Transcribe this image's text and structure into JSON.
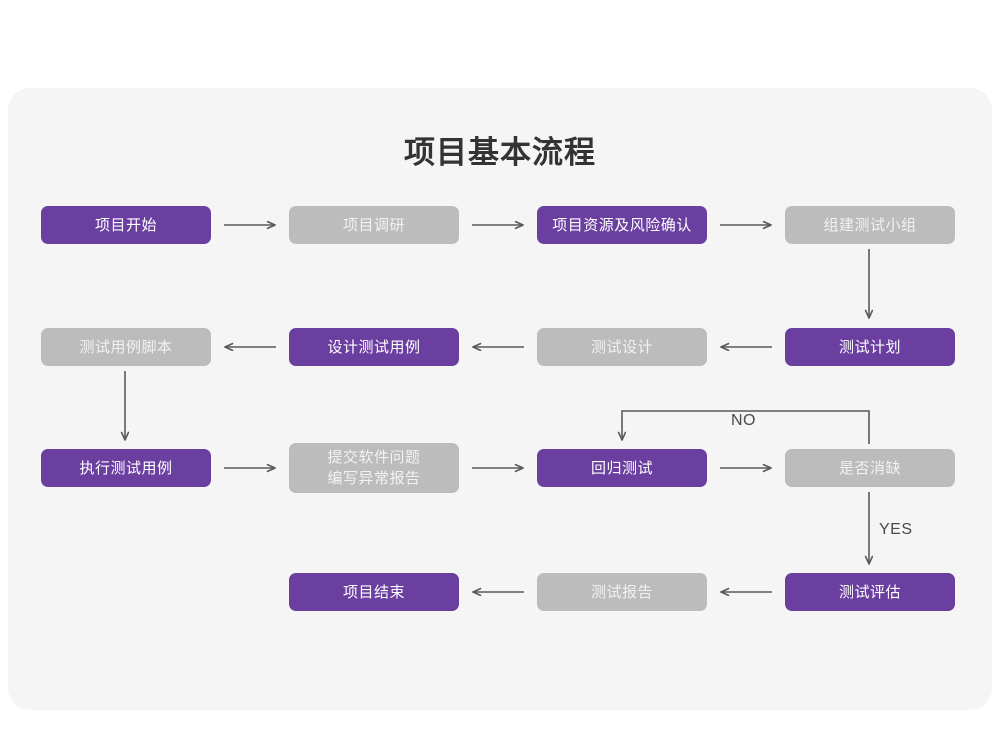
{
  "title": "项目基本流程",
  "colors": {
    "purple": "#6b3fa0",
    "gray": "#bcbcbc",
    "card_bg": "#f5f5f5",
    "page_bg": "#ffffff",
    "arrow": "#5a5a5a",
    "title_text": "#333333"
  },
  "chart_data": {
    "type": "diagram",
    "title": "项目基本流程",
    "nodes": [
      {
        "id": "n1",
        "label": "项目开始",
        "style": "purple",
        "row": 1,
        "col": 1
      },
      {
        "id": "n2",
        "label": "项目调研",
        "style": "gray",
        "row": 1,
        "col": 2
      },
      {
        "id": "n3",
        "label": "项目资源及风险确认",
        "style": "purple",
        "row": 1,
        "col": 3
      },
      {
        "id": "n4",
        "label": "组建测试小组",
        "style": "gray",
        "row": 1,
        "col": 4
      },
      {
        "id": "n5",
        "label": "测试计划",
        "style": "purple",
        "row": 2,
        "col": 4
      },
      {
        "id": "n6",
        "label": "测试设计",
        "style": "gray",
        "row": 2,
        "col": 3
      },
      {
        "id": "n7",
        "label": "设计测试用例",
        "style": "purple",
        "row": 2,
        "col": 2
      },
      {
        "id": "n8",
        "label": "测试用例脚本",
        "style": "gray",
        "row": 2,
        "col": 1
      },
      {
        "id": "n9",
        "label": "执行测试用例",
        "style": "purple",
        "row": 3,
        "col": 1
      },
      {
        "id": "n10",
        "label": "提交软件问题\n编写异常报告",
        "style": "gray",
        "row": 3,
        "col": 2
      },
      {
        "id": "n11",
        "label": "回归测试",
        "style": "purple",
        "row": 3,
        "col": 3
      },
      {
        "id": "n12",
        "label": "是否消缺",
        "style": "gray",
        "row": 3,
        "col": 4
      },
      {
        "id": "n13",
        "label": "测试评估",
        "style": "purple",
        "row": 4,
        "col": 4
      },
      {
        "id": "n14",
        "label": "测试报告",
        "style": "gray",
        "row": 4,
        "col": 3
      },
      {
        "id": "n15",
        "label": "项目结束",
        "style": "purple",
        "row": 4,
        "col": 2
      }
    ],
    "edges": [
      {
        "from": "n1",
        "to": "n2",
        "dir": "right",
        "label": ""
      },
      {
        "from": "n2",
        "to": "n3",
        "dir": "right",
        "label": ""
      },
      {
        "from": "n3",
        "to": "n4",
        "dir": "right",
        "label": ""
      },
      {
        "from": "n4",
        "to": "n5",
        "dir": "down",
        "label": ""
      },
      {
        "from": "n5",
        "to": "n6",
        "dir": "left",
        "label": ""
      },
      {
        "from": "n6",
        "to": "n7",
        "dir": "left",
        "label": ""
      },
      {
        "from": "n7",
        "to": "n8",
        "dir": "left",
        "label": ""
      },
      {
        "from": "n8",
        "to": "n9",
        "dir": "down",
        "label": ""
      },
      {
        "from": "n9",
        "to": "n10",
        "dir": "right",
        "label": ""
      },
      {
        "from": "n10",
        "to": "n11",
        "dir": "right",
        "label": ""
      },
      {
        "from": "n11",
        "to": "n12",
        "dir": "right",
        "label": ""
      },
      {
        "from": "n12",
        "to": "n11",
        "dir": "loop-up-left",
        "label": "NO"
      },
      {
        "from": "n12",
        "to": "n13",
        "dir": "down",
        "label": "YES"
      },
      {
        "from": "n13",
        "to": "n14",
        "dir": "left",
        "label": ""
      },
      {
        "from": "n14",
        "to": "n15",
        "dir": "left",
        "label": ""
      }
    ],
    "edge_labels": [
      "NO",
      "YES"
    ]
  },
  "edge_label_no": "NO",
  "edge_label_yes": "YES",
  "nodes_text": {
    "n1": "项目开始",
    "n2": "项目调研",
    "n3": "项目资源及风险确认",
    "n4": "组建测试小组",
    "n5": "测试计划",
    "n6": "测试设计",
    "n7": "设计测试用例",
    "n8": "测试用例脚本",
    "n9": "执行测试用例",
    "n10": "提交软件问题\n编写异常报告",
    "n11": "回归测试",
    "n12": "是否消缺",
    "n13": "测试评估",
    "n14": "测试报告",
    "n15": "项目结束"
  }
}
